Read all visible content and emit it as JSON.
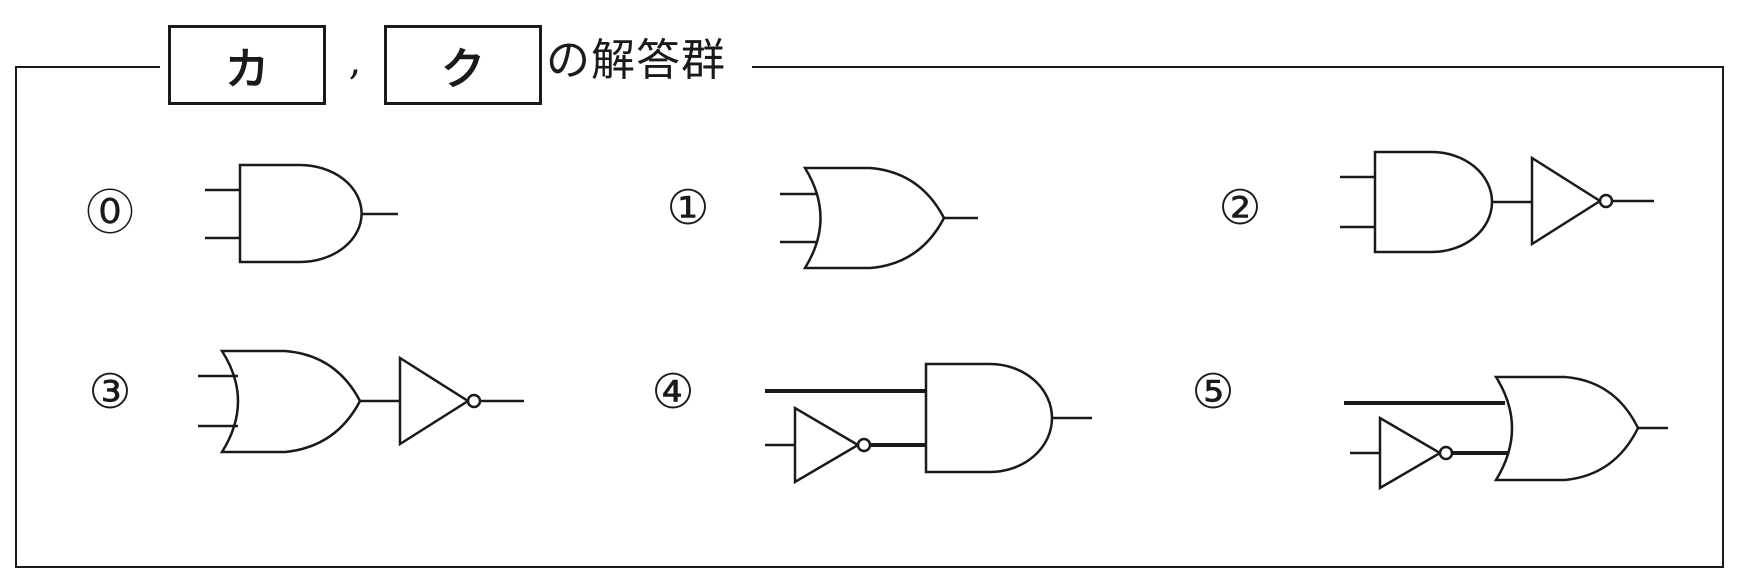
{
  "header": {
    "box1": "カ",
    "separator": ",",
    "box2": "ク",
    "suffix": "の解答群"
  },
  "options": [
    {
      "label": "⓪",
      "gate": "AND"
    },
    {
      "label": "①",
      "gate": "OR"
    },
    {
      "label": "②",
      "gate": "NAND"
    },
    {
      "label": "③",
      "gate": "NOR"
    },
    {
      "label": "④",
      "gate": "AND with one inverted input"
    },
    {
      "label": "⑤",
      "gate": "OR with one inverted input"
    }
  ]
}
